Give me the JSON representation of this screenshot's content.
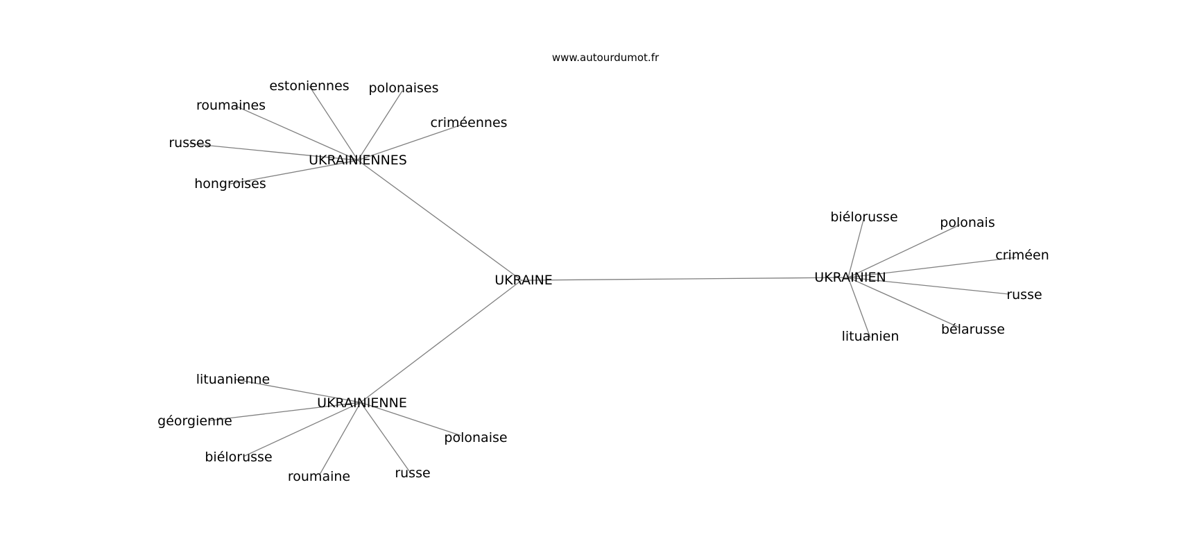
{
  "site": "www.autourdumot.fr",
  "center": "UKRAINE",
  "clusters": [
    {
      "word": "UKRAINIENNES",
      "related": [
        "estoniennes",
        "polonaises",
        "roumaines",
        "criméennes",
        "russes",
        "hongroises"
      ]
    },
    {
      "word": "UKRAINIEN",
      "related": [
        "biélorusse",
        "polonais",
        "criméen",
        "russe",
        "bélarusse",
        "lituanien"
      ]
    },
    {
      "word": "UKRAINIENNE",
      "related": [
        "lituanienne",
        "géorgienne",
        "polonaise",
        "biélorusse",
        "roumaine",
        "russe"
      ]
    }
  ]
}
